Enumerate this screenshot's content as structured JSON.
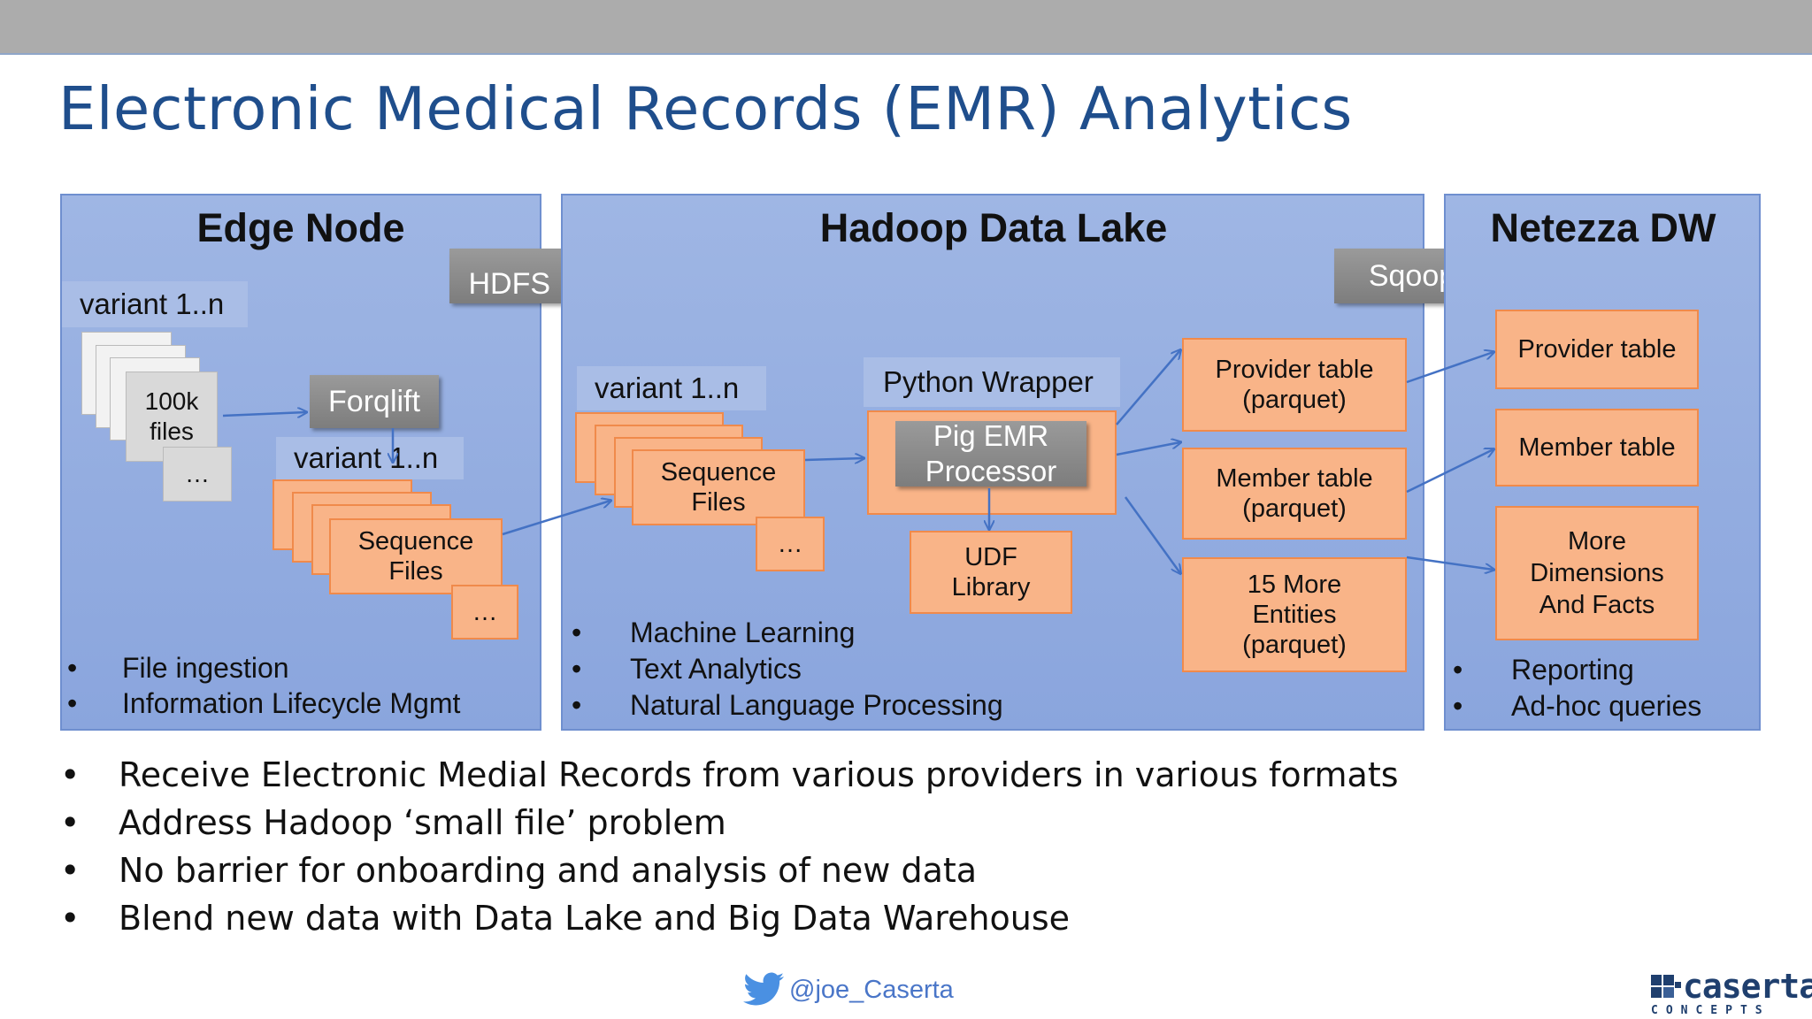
{
  "slide": {
    "title": "Electronic Medical Records (EMR) Analytics"
  },
  "edge_node": {
    "title": "Edge Node",
    "variant_label": "variant 1..n",
    "files_label": "100k files",
    "ellipsis": "…",
    "forqlift": "Forqlift",
    "variant_label2": "variant 1..n",
    "sequence_files": "Sequence Files",
    "bullets": [
      "File ingestion",
      "Information Lifecycle Mgmt"
    ]
  },
  "hdfs_put": "HDFS Put",
  "hadoop": {
    "title": "Hadoop Data Lake",
    "variant_label": "variant 1..n",
    "sequence_files": "Sequence Files",
    "ellipsis": "…",
    "python_wrapper": "Python Wrapper",
    "pig_emr": "Pig EMR Processor",
    "udf_library": "UDF Library",
    "provider_table": "Provider table (parquet)",
    "member_table": "Member table (parquet)",
    "more_entities": "15 More Entities (parquet)",
    "bullets": [
      "Machine Learning",
      "Text Analytics",
      "Natural Language Processing"
    ]
  },
  "sqoop": "Sqoop",
  "netezza": {
    "title": "Netezza DW",
    "provider_table": "Provider table",
    "member_table": "Member table",
    "more_dimensions": "More Dimensions And Facts",
    "bullets": [
      "Reporting",
      "Ad-hoc queries"
    ]
  },
  "main_bullets": [
    "Receive Electronic Medial Records from various providers in various formats",
    "Address Hadoop ‘small file’ problem",
    "No barrier for onboarding and analysis of new data",
    "Blend new data with Data Lake and Big Data Warehouse"
  ],
  "footer": {
    "twitter_handle": "@joe_Caserta",
    "logo_name": "caserta",
    "logo_sub": "CONCEPTS"
  },
  "colors": {
    "title": "#1f4e8c",
    "panel": "#8aa5dd",
    "orange_box": "#f9b488",
    "arrow": "#4472c4"
  }
}
